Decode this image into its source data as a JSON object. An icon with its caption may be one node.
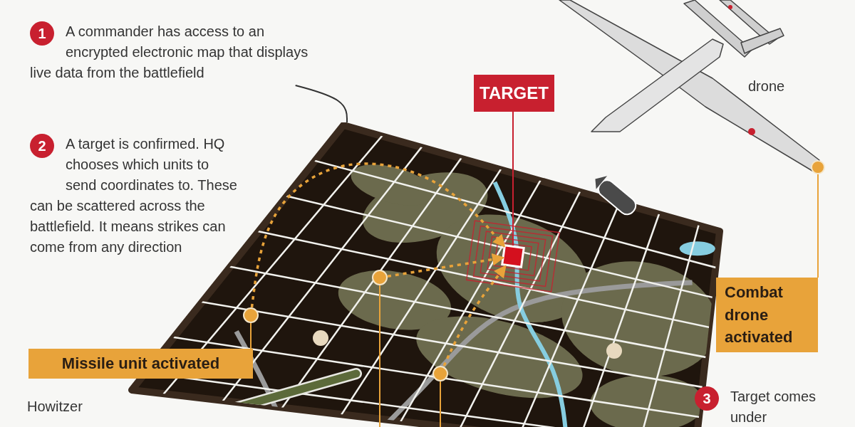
{
  "diagram": {
    "nodes": [
      {
        "text": [
          "1",
          "A commander has access to an encrypted electronic map that displays live data from the battlefield"
        ]
      },
      {
        "text": [],
        "shape": "picture"
      },
      {
        "text": [
          "2",
          "A target is confirmed. HQ chooses which units to send coordinates to. These can be scattered across the battlefield. It means strikes can come from any direction"
        ]
      },
      {
        "text": [
          "TARGET"
        ]
      },
      {
        "text": [],
        "shape": "box",
        "in": 1
      },
      {
        "text": [],
        "shape": "picture",
        "beside": [
          "drone"
        ]
      },
      {
        "text": [],
        "shape": "circle"
      },
      {
        "text": [
          "Combat drone activated"
        ]
      },
      {
        "text": [
          "Missile unit activated"
        ]
      },
      {
        "text": [],
        "shape": "circle",
        "in": 1
      },
      {
        "text": [],
        "shape": "circle",
        "in": 1
      },
      {
        "text": [],
        "shape": "circle",
        "in": 1
      },
      {
        "text": [
          "Howitzer"
        ]
      },
      {
        "text": [
          "3",
          "Target comes under"
        ]
      }
    ],
    "edges": [
      {
        "from": 0,
        "to": 1,
        "arrow": "none",
        "color": "#333333"
      },
      {
        "from": 3,
        "to": 4,
        "arrow": "none",
        "color": "#c8202f"
      },
      {
        "from": 6,
        "to": 7,
        "arrow": "none"
      },
      {
        "from": 9,
        "to": 8,
        "arrow": "none"
      },
      {
        "from": 9,
        "to": 4,
        "arrow": "to",
        "style": "dashed"
      },
      {
        "from": 10,
        "to": 4,
        "arrow": "to",
        "style": "dashed"
      },
      {
        "from": 11,
        "to": 4,
        "arrow": "to",
        "style": "dashed"
      },
      {
        "from": 10,
        "to": null,
        "arrow": "none"
      },
      {
        "from": 11,
        "to": null,
        "arrow": "none"
      }
    ]
  }
}
